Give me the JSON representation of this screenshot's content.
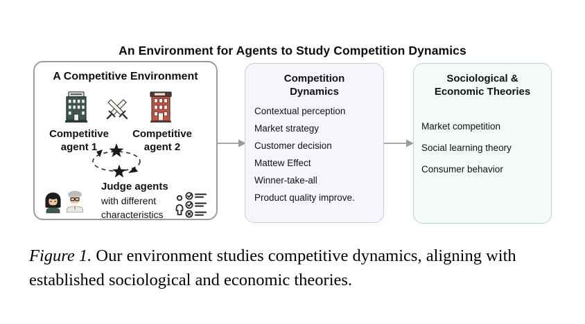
{
  "title": "An Environment for Agents to Study Competition Dynamics",
  "env": {
    "title": "A Competitive Environment",
    "agent1": "Competitive agent 1",
    "agent2": "Competitive agent 2",
    "judge_title": "Judge agents",
    "judge_sub": "with different characteristics"
  },
  "dynamics": {
    "title": "Competition\nDynamics",
    "items": [
      "Contextual perception",
      "Market strategy",
      "Customer decision",
      "Mattew Effect",
      "Winner-take-all",
      "Product quality improve."
    ]
  },
  "theories": {
    "title": "Sociological &\nEconomic Theories",
    "items": [
      "Market competition",
      "Social learning theory",
      "Consumer behavior"
    ]
  },
  "caption": {
    "label": "Figure 1.",
    "text": " Our environment studies competitive dynamics, aligning with established sociological and economic theories."
  },
  "colors": {
    "panel1_border": "#9a9a9a",
    "panel2_border": "#ccc7e6",
    "panel2_fill": "#f7f5fb",
    "panel3_border": "#b5d6de",
    "panel3_fill": "#f5faf7",
    "arrow": "#9a9a9a",
    "building1": "#3f5650",
    "building2": "#c2544a",
    "star": "#1a1a1a"
  },
  "icons": [
    "building-competitor1-icon",
    "crossed-swords-icon",
    "building-competitor2-icon",
    "star-exchange-cycle-icon",
    "judge-avatar-female-icon",
    "judge-avatar-male-icon",
    "judge-checklist-icon",
    "flow-arrow-icon"
  ]
}
